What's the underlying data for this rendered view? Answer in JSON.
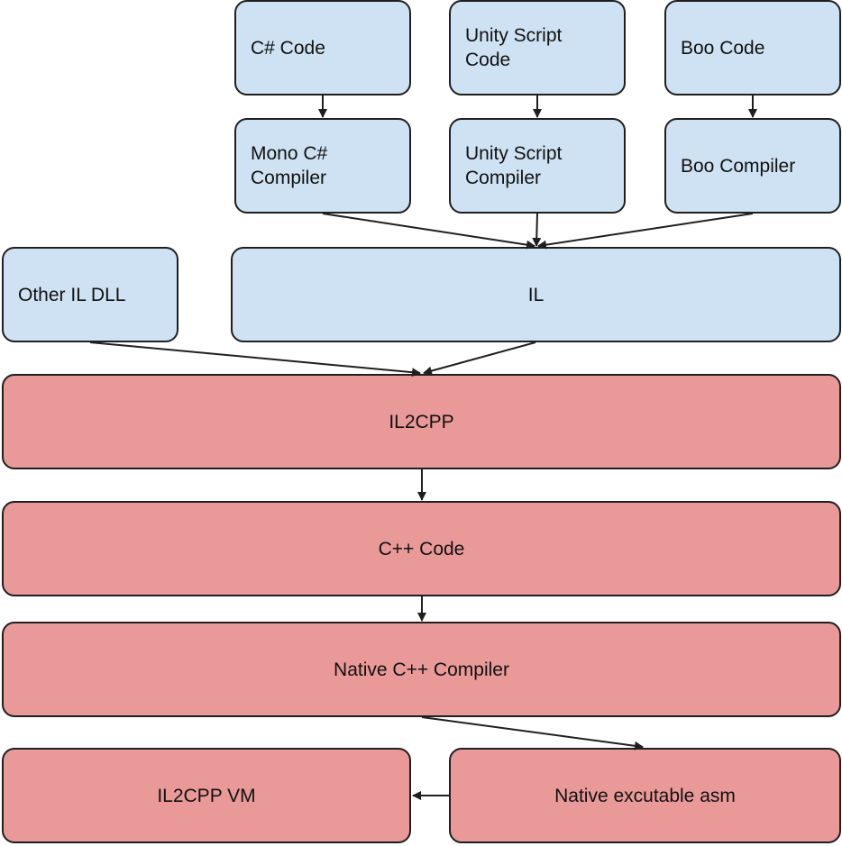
{
  "diagram": {
    "nodes": {
      "csharp_code": "C# Code",
      "unity_script_code": "Unity Script\nCode",
      "boo_code": "Boo Code",
      "mono_compiler": "Mono C#\nCompiler",
      "unity_script_compiler": "Unity Script\nCompiler",
      "boo_compiler": "Boo Compiler",
      "other_il_dll": "Other IL DLL",
      "il": "IL",
      "il2cpp": "IL2CPP",
      "cpp_code": "C++ Code",
      "native_compiler": "Native C++ Compiler",
      "il2cpp_vm": "IL2CPP VM",
      "native_executable": "Native excutable asm"
    },
    "colors": {
      "source_fill": "#cfe2f3",
      "il2cpp_fill": "#ea9999",
      "stroke": "#1f1f1f"
    },
    "edges": [
      [
        "csharp_code",
        "mono_compiler"
      ],
      [
        "unity_script_code",
        "unity_script_compiler"
      ],
      [
        "boo_code",
        "boo_compiler"
      ],
      [
        "mono_compiler",
        "il"
      ],
      [
        "unity_script_compiler",
        "il"
      ],
      [
        "boo_compiler",
        "il"
      ],
      [
        "other_il_dll",
        "il2cpp"
      ],
      [
        "il",
        "il2cpp"
      ],
      [
        "il2cpp",
        "cpp_code"
      ],
      [
        "cpp_code",
        "native_compiler"
      ],
      [
        "native_compiler",
        "native_executable"
      ],
      [
        "native_executable",
        "il2cpp_vm"
      ]
    ]
  }
}
